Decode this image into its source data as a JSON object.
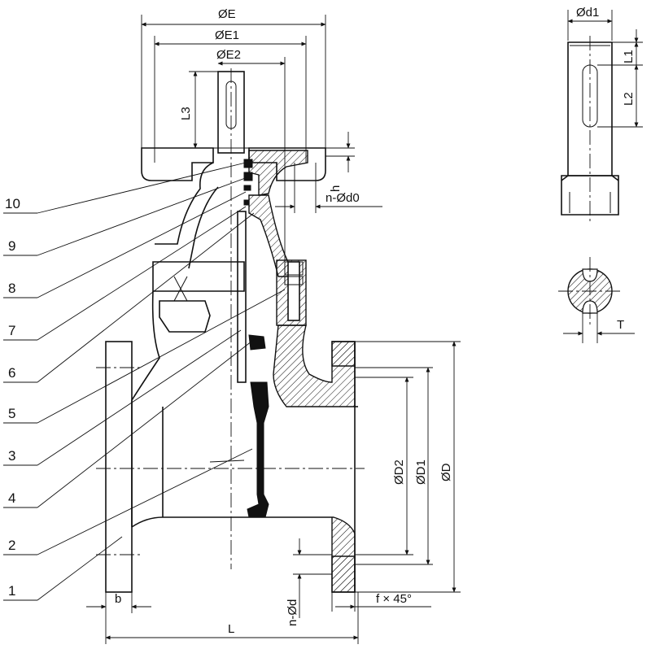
{
  "dimensions": {
    "E": "ØE",
    "E1": "ØE1",
    "E2": "ØE2",
    "L3": "L3",
    "h": "h",
    "n_d0": "n-Ød0",
    "D2": "ØD2",
    "D1": "ØD1",
    "D": "ØD",
    "b": "b",
    "n_d": "n-Ød",
    "f45": "f × 45°",
    "L": "L",
    "d1": "Ød1",
    "L1": "L1",
    "L2": "L2",
    "T": "T"
  },
  "part_numbers": [
    "10",
    "9",
    "8",
    "7",
    "6",
    "5",
    "3",
    "4",
    "2",
    "1"
  ]
}
